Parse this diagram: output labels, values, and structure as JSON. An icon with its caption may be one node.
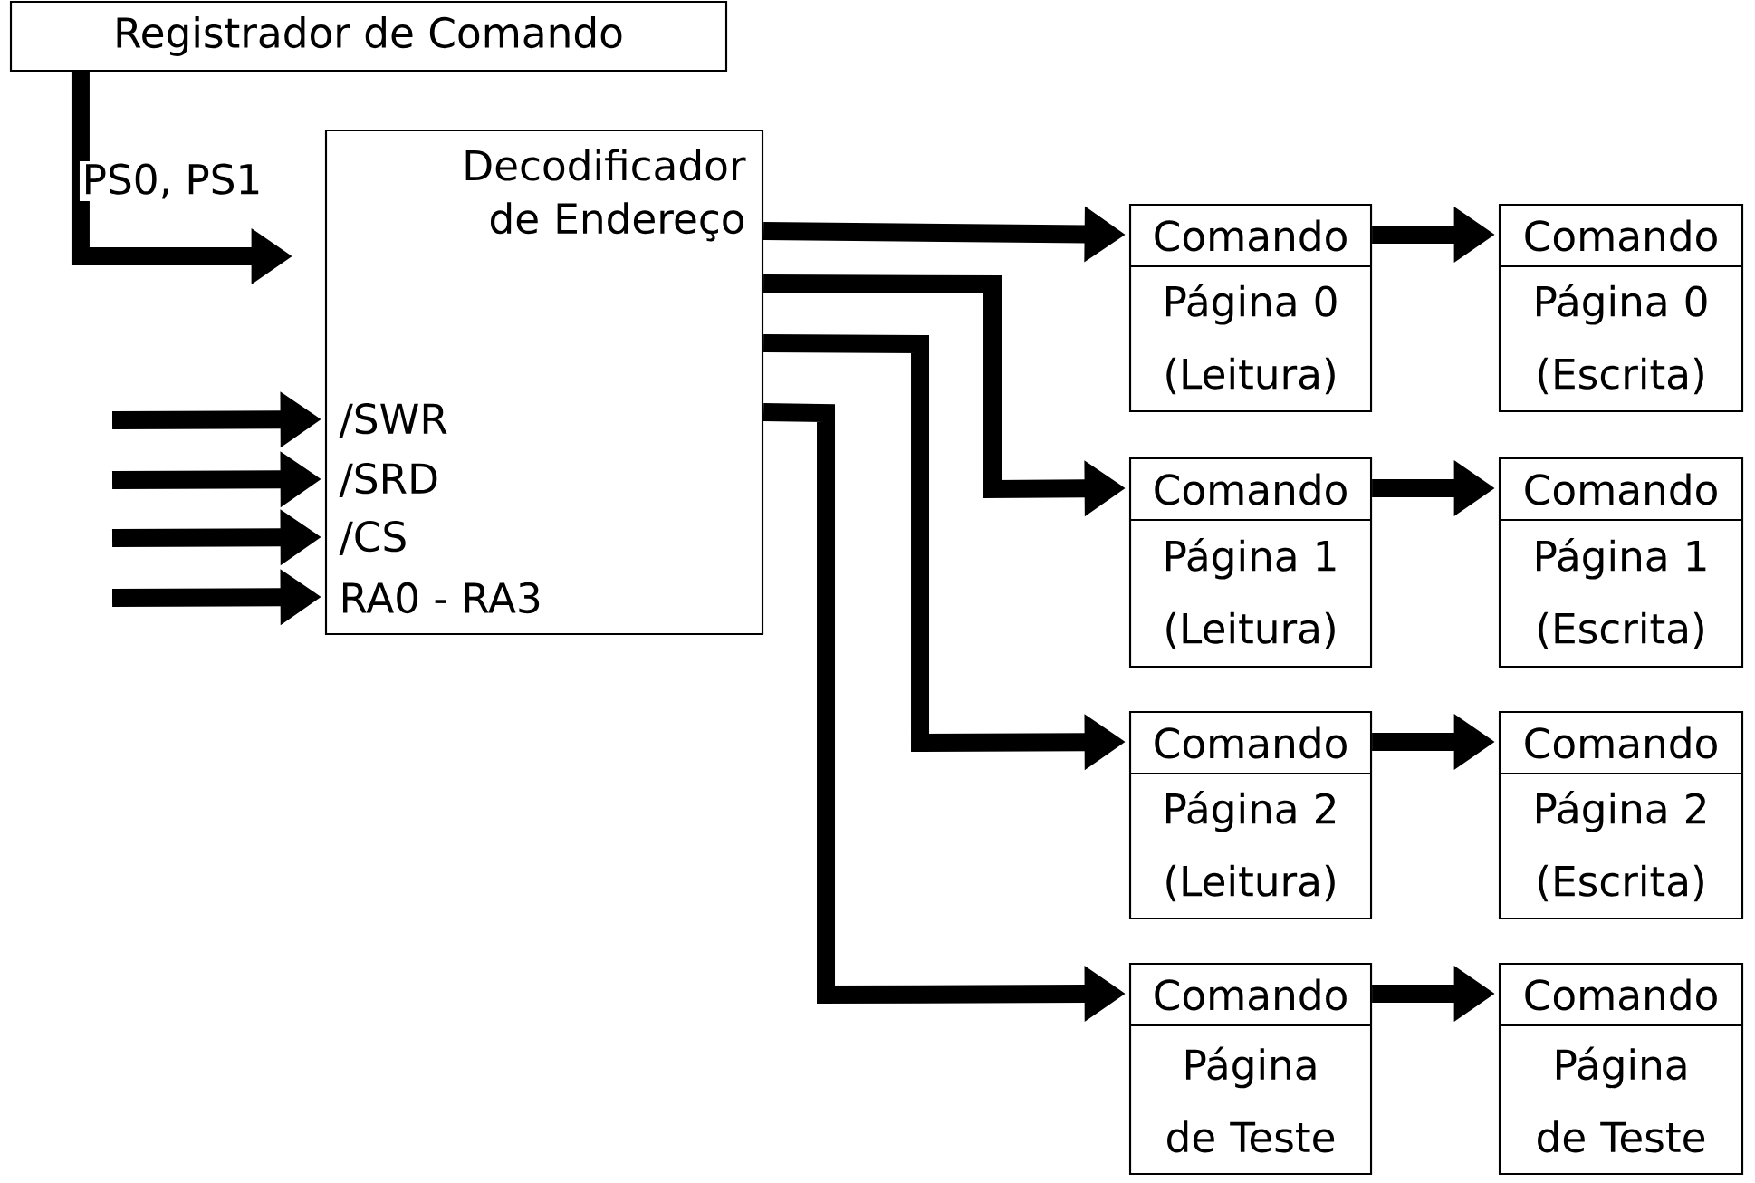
{
  "diagram": {
    "nodes": [
      {
        "text": [
          "Registrador de Comando"
        ]
      },
      {
        "text": [
          "Decodificador de Endereço",
          "/SWR",
          "/SRD",
          "/CS",
          "RA0 - RA3"
        ]
      },
      {
        "text": [
          "Comando",
          "Página 0 (Leitura)"
        ]
      },
      {
        "text": [
          "Comando",
          "Página 0 (Escrita)"
        ]
      },
      {
        "text": [
          "Comando",
          "Página 1 (Leitura)"
        ]
      },
      {
        "text": [
          "Comando",
          "Página 1 (Escrita)"
        ]
      },
      {
        "text": [
          "Comando",
          "Página 2 (Leitura)"
        ]
      },
      {
        "text": [
          "Comando",
          "Página 2 (Escrita)"
        ]
      },
      {
        "text": [
          "Comando",
          "Página de Teste"
        ]
      },
      {
        "text": [
          "Comando",
          "Página de Teste"
        ]
      }
    ],
    "edges": [
      {
        "from": 0,
        "to": 1,
        "arrow": "to",
        "label": "PS0, PS1"
      },
      {
        "from": null,
        "to": 1,
        "arrow": "to"
      },
      {
        "from": null,
        "to": 1,
        "arrow": "to"
      },
      {
        "from": null,
        "to": 1,
        "arrow": "to"
      },
      {
        "from": null,
        "to": 1,
        "arrow": "to"
      },
      {
        "from": 1,
        "to": 2,
        "arrow": "to"
      },
      {
        "from": 1,
        "to": 4,
        "arrow": "to"
      },
      {
        "from": 1,
        "to": 6,
        "arrow": "to"
      },
      {
        "from": 1,
        "to": 8,
        "arrow": "to"
      },
      {
        "from": 2,
        "to": 3,
        "arrow": "to"
      },
      {
        "from": 4,
        "to": 5,
        "arrow": "to"
      },
      {
        "from": 6,
        "to": 7,
        "arrow": "to"
      },
      {
        "from": 8,
        "to": 9,
        "arrow": "to"
      }
    ]
  }
}
